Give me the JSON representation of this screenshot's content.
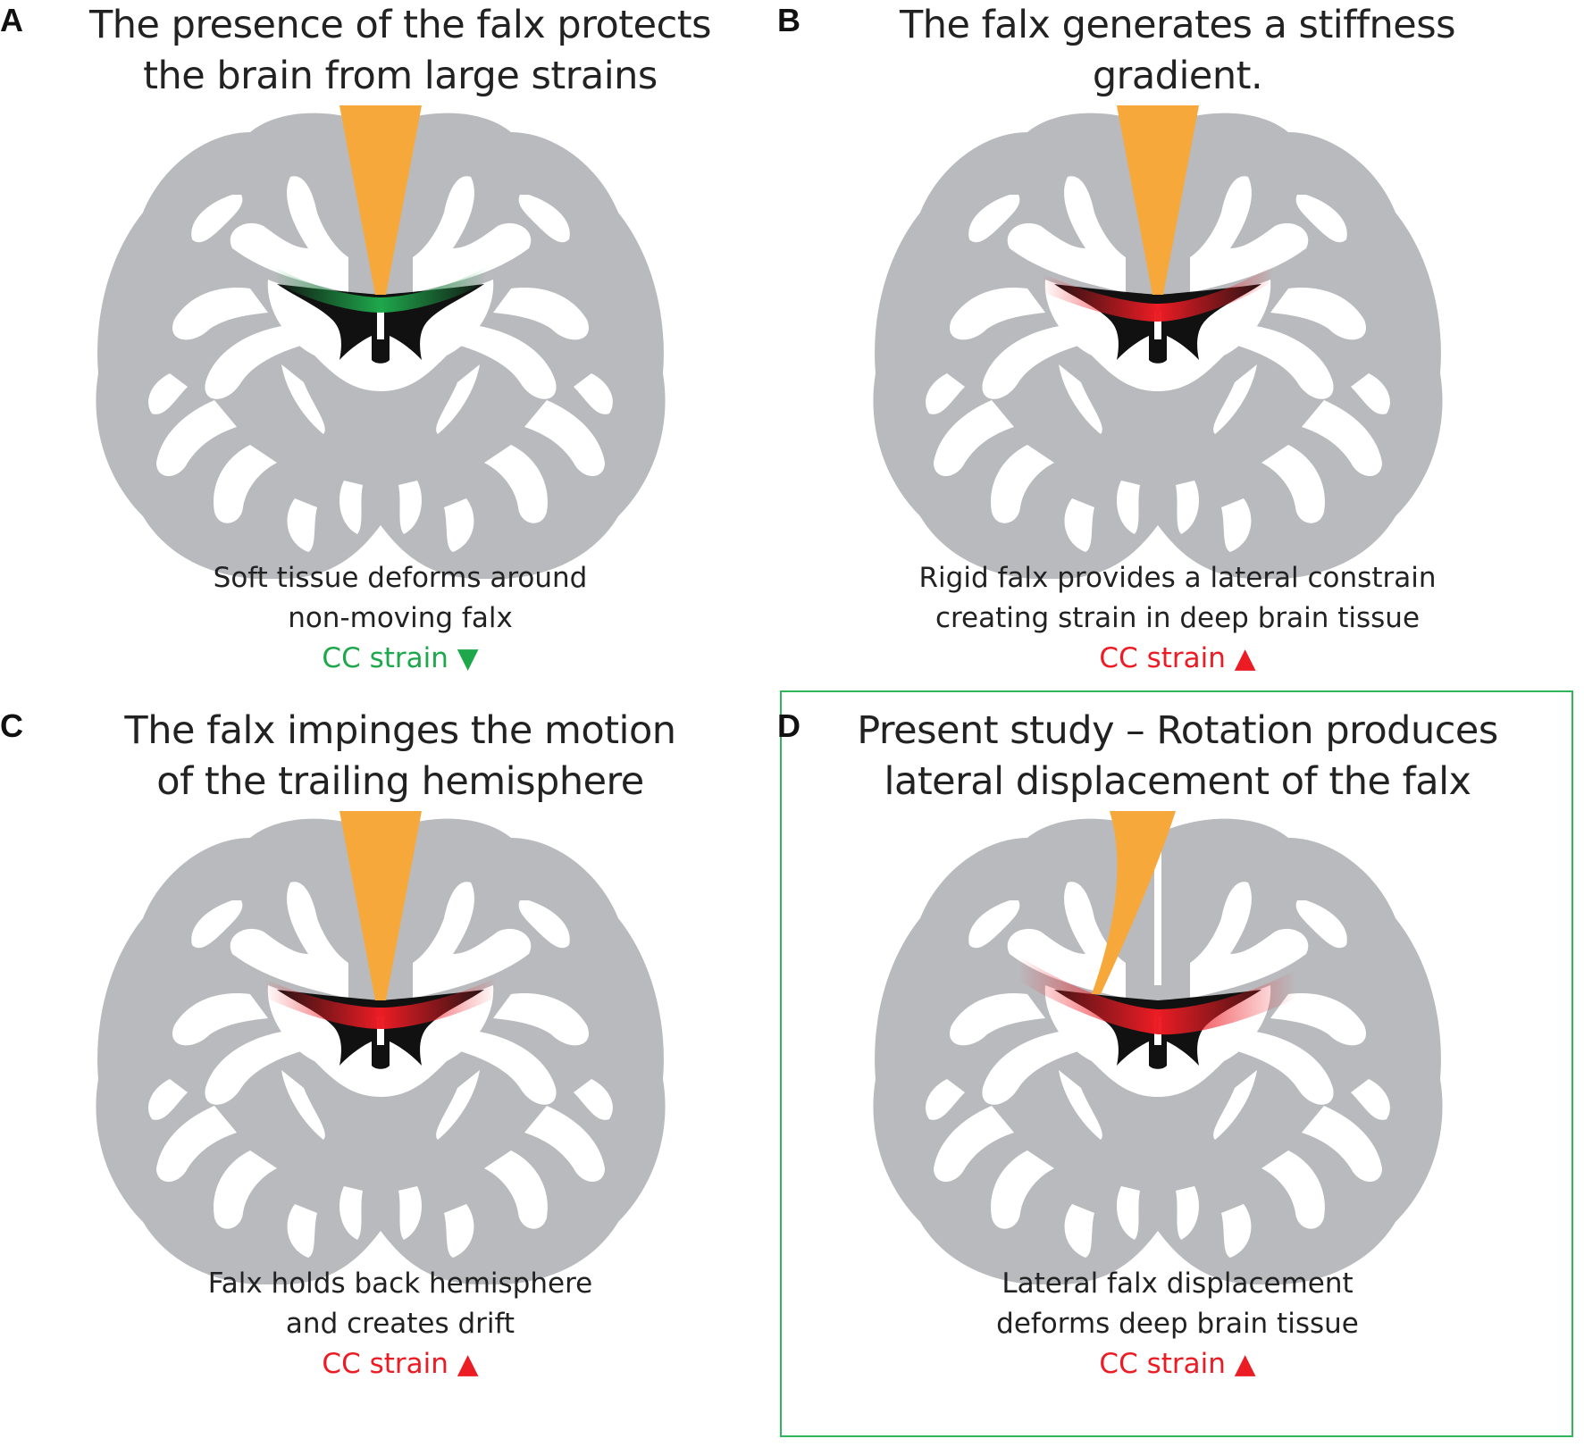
{
  "panels": {
    "a": {
      "letter": "A",
      "title_line1": "The presence of the falx protects",
      "title_line2": "the brain from large strains",
      "caption_line1": "Soft tissue deforms around",
      "caption_line2": "non-moving falx",
      "strain_label": "CC strain",
      "strain_arrow": "▼",
      "strain_color": "#1ea84b"
    },
    "b": {
      "letter": "B",
      "title_line1": "The falx generates a stiffness",
      "title_line2": "gradient.",
      "caption_line1": "Rigid falx provides a lateral constrain",
      "caption_line2": "creating strain in deep brain tissue",
      "strain_label": "CC strain",
      "strain_arrow": "▲",
      "strain_color": "#ec1c24"
    },
    "c": {
      "letter": "C",
      "title_line1": "The falx impinges the motion",
      "title_line2": "of the trailing hemisphere",
      "caption_line1": "Falx holds back hemisphere",
      "caption_line2": "and creates drift",
      "strain_label": "CC strain",
      "strain_arrow": "▲",
      "strain_color": "#ec1c24"
    },
    "d": {
      "letter": "D",
      "title_line1": "Present study – Rotation produces",
      "title_line2": "lateral displacement of the falx",
      "caption_line1": "Lateral falx displacement",
      "caption_line2": "deforms deep brain tissue",
      "strain_label": "CC strain",
      "strain_arrow": "▲",
      "strain_color": "#ec1c24"
    }
  },
  "colors": {
    "brain": "#b9babd",
    "white_matter": "#ffffff",
    "ventricle": "#111111",
    "falx": "#f7a83a",
    "strain_low": "#1ea84b",
    "strain_high": "#ec1c24",
    "highlight_border": "#2fb55a"
  }
}
